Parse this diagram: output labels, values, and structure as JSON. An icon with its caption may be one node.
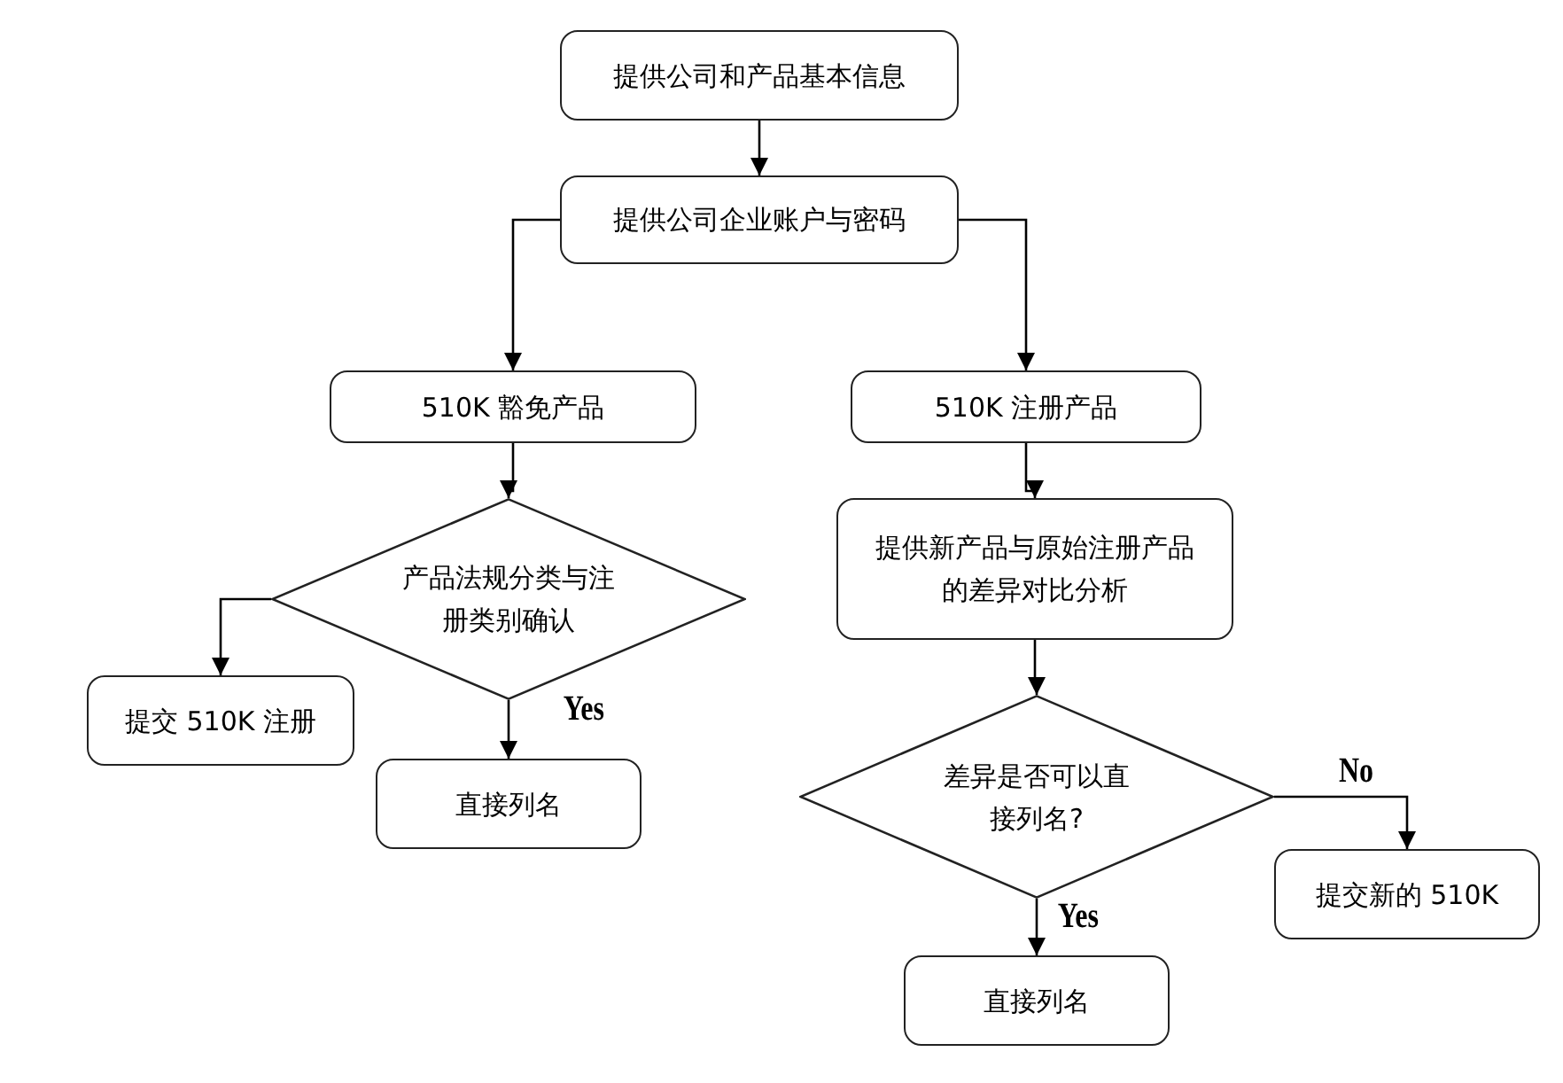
{
  "diagram": {
    "nodes": [
      {
        "text": [
          "提供公司和产品基本信息"
        ]
      },
      {
        "text": [
          "提供公司企业账户与密码"
        ]
      },
      {
        "text": [
          "510K 豁免产品"
        ]
      },
      {
        "text": [
          "510K 注册产品"
        ]
      },
      {
        "text": [
          "产品法规分类与注册类别确认"
        ]
      },
      {
        "text": [
          "提交 510K 注册"
        ]
      },
      {
        "text": [
          "直接列名"
        ]
      },
      {
        "text": [
          "提供新产品与原始注册产品的差异对比分析"
        ]
      },
      {
        "text": [
          "差异是否可以直接列名?"
        ]
      },
      {
        "text": [
          "提交新的 510K"
        ]
      },
      {
        "text": [
          "直接列名"
        ]
      }
    ],
    "edges": [
      {
        "from": 0,
        "to": 1,
        "arrow": "to"
      },
      {
        "from": 1,
        "to": 2,
        "arrow": "to"
      },
      {
        "from": 1,
        "to": 3,
        "arrow": "to"
      },
      {
        "from": 2,
        "to": 4,
        "arrow": "to"
      },
      {
        "from": 4,
        "to": 5,
        "arrow": "to"
      },
      {
        "from": 4,
        "to": 6,
        "arrow": "to",
        "label": "Yes"
      },
      {
        "from": 3,
        "to": 7,
        "arrow": "to"
      },
      {
        "from": 7,
        "to": 8,
        "arrow": "to"
      },
      {
        "from": 8,
        "to": 9,
        "arrow": "to",
        "label": "No"
      },
      {
        "from": 8,
        "to": 10,
        "arrow": "to",
        "label": "Yes"
      }
    ]
  }
}
